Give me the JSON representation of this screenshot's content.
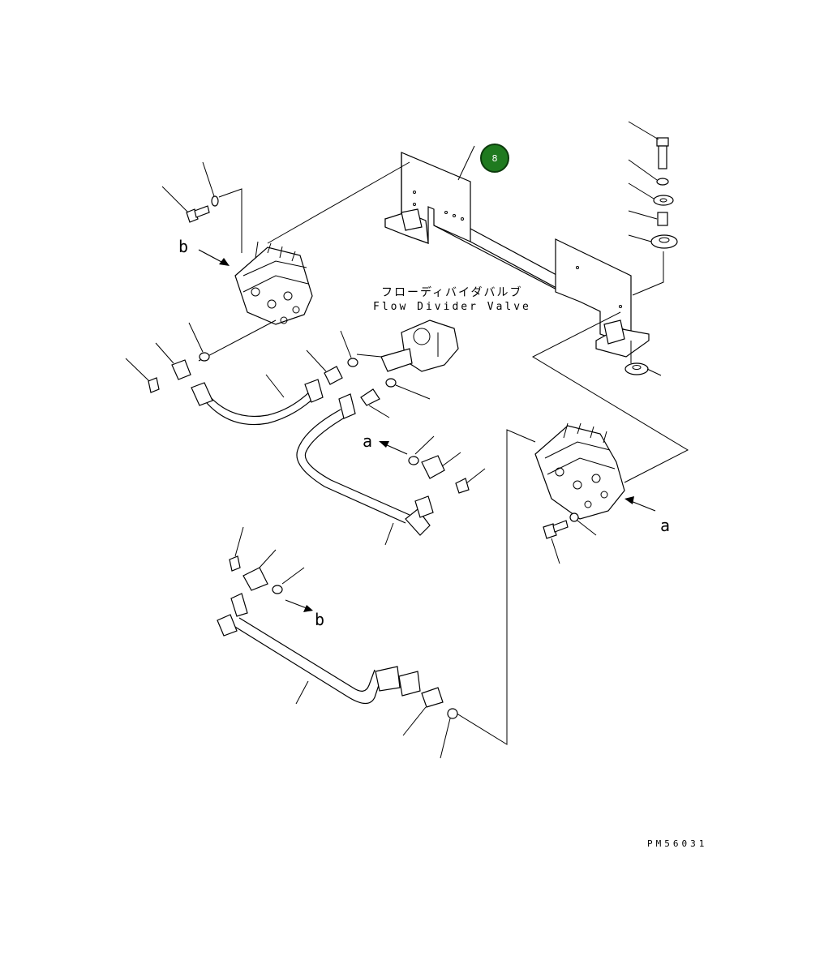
{
  "title": {
    "jp": "フローディバイダバルブ",
    "en": "Flow Divider Valve"
  },
  "callouts": {
    "a_top": "a",
    "a_right": "a",
    "b_top": "b",
    "b_bottom": "b"
  },
  "badge": "8",
  "drawing_code": "PM56031",
  "colors": {
    "badge_fill": "#1f7a1f",
    "line": "#000000",
    "background": "#ffffff"
  }
}
